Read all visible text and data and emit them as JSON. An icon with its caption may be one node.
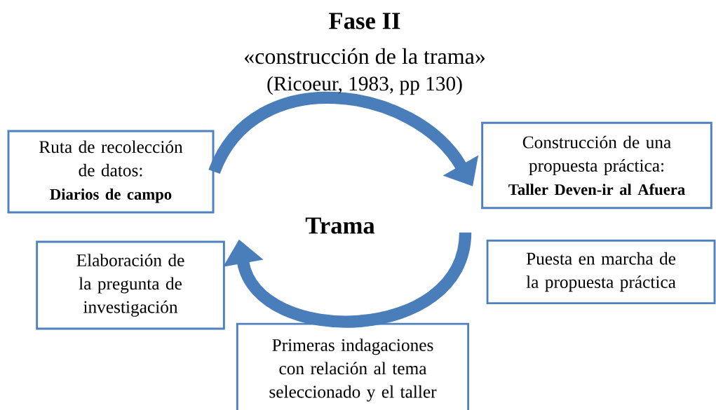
{
  "diagram": {
    "title": "Fase II",
    "nodes": [
      {
        "text": [
          "Ruta de recolección de datos:",
          "Diarios de campo"
        ]
      },
      {
        "text": [
          "Construcción de una propuesta práctica:",
          "Taller Deven-ir al Afuera"
        ]
      },
      {
        "text": [
          "Elaboración de la pregunta de investigación"
        ]
      },
      {
        "text": [
          "Puesta en marcha de la propuesta práctica"
        ]
      },
      {
        "text": [
          "Primeras indagaciones con relación al tema seleccionado y el taller"
        ]
      }
    ],
    "edges": [
      {
        "from": 0,
        "to": 1,
        "arrow": "to"
      },
      {
        "from": 3,
        "to": 2,
        "arrow": "to"
      }
    ],
    "labels": [
      "«construcción de la trama»",
      "(Ricoeur, 1983, pp 130)",
      "Trama"
    ]
  }
}
